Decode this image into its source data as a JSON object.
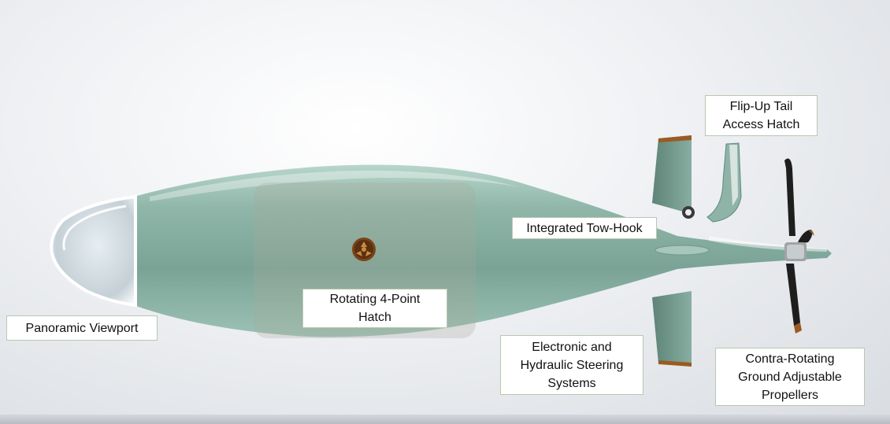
{
  "callouts": {
    "flip_up_hatch": "Flip-Up Tail\nAccess Hatch",
    "tow_hook": "Integrated Tow-Hook",
    "rotating_hatch": "Rotating 4-Point\nHatch",
    "panoramic_viewport": "Panoramic Viewport",
    "steering_systems": "Electronic and\nHydraulic Steering\nSystems",
    "propellers": "Contra-Rotating\nGround Adjustable\nPropellers"
  },
  "colors": {
    "hull": "#7fa89c",
    "hull_light": "#a9cbbf",
    "hull_dark": "#5f8a7e",
    "fin_tip": "#9a5a22",
    "hatch_center": "#6b3a12",
    "propeller": "#1e1e1e"
  }
}
